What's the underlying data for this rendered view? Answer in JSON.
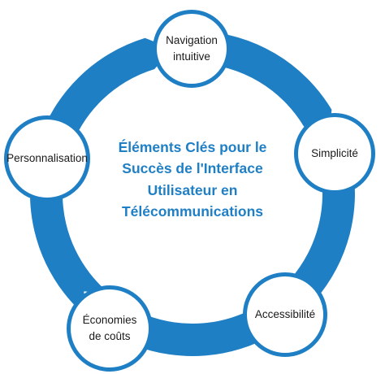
{
  "title": "Éléments Clés pour le\nSuccès de l'Interface\nUtilisateur en\nTélécommunications",
  "colors": {
    "accent": "#1f7fc5",
    "node_fill": "#ffffff",
    "text": "#1a1a1a"
  },
  "nodes": [
    {
      "label": "Navigation\nintuitive"
    },
    {
      "label": "Simplicité"
    },
    {
      "label": "Accessibilité"
    },
    {
      "label": "Économies\nde coûts"
    },
    {
      "label": "Personnalisation"
    }
  ]
}
